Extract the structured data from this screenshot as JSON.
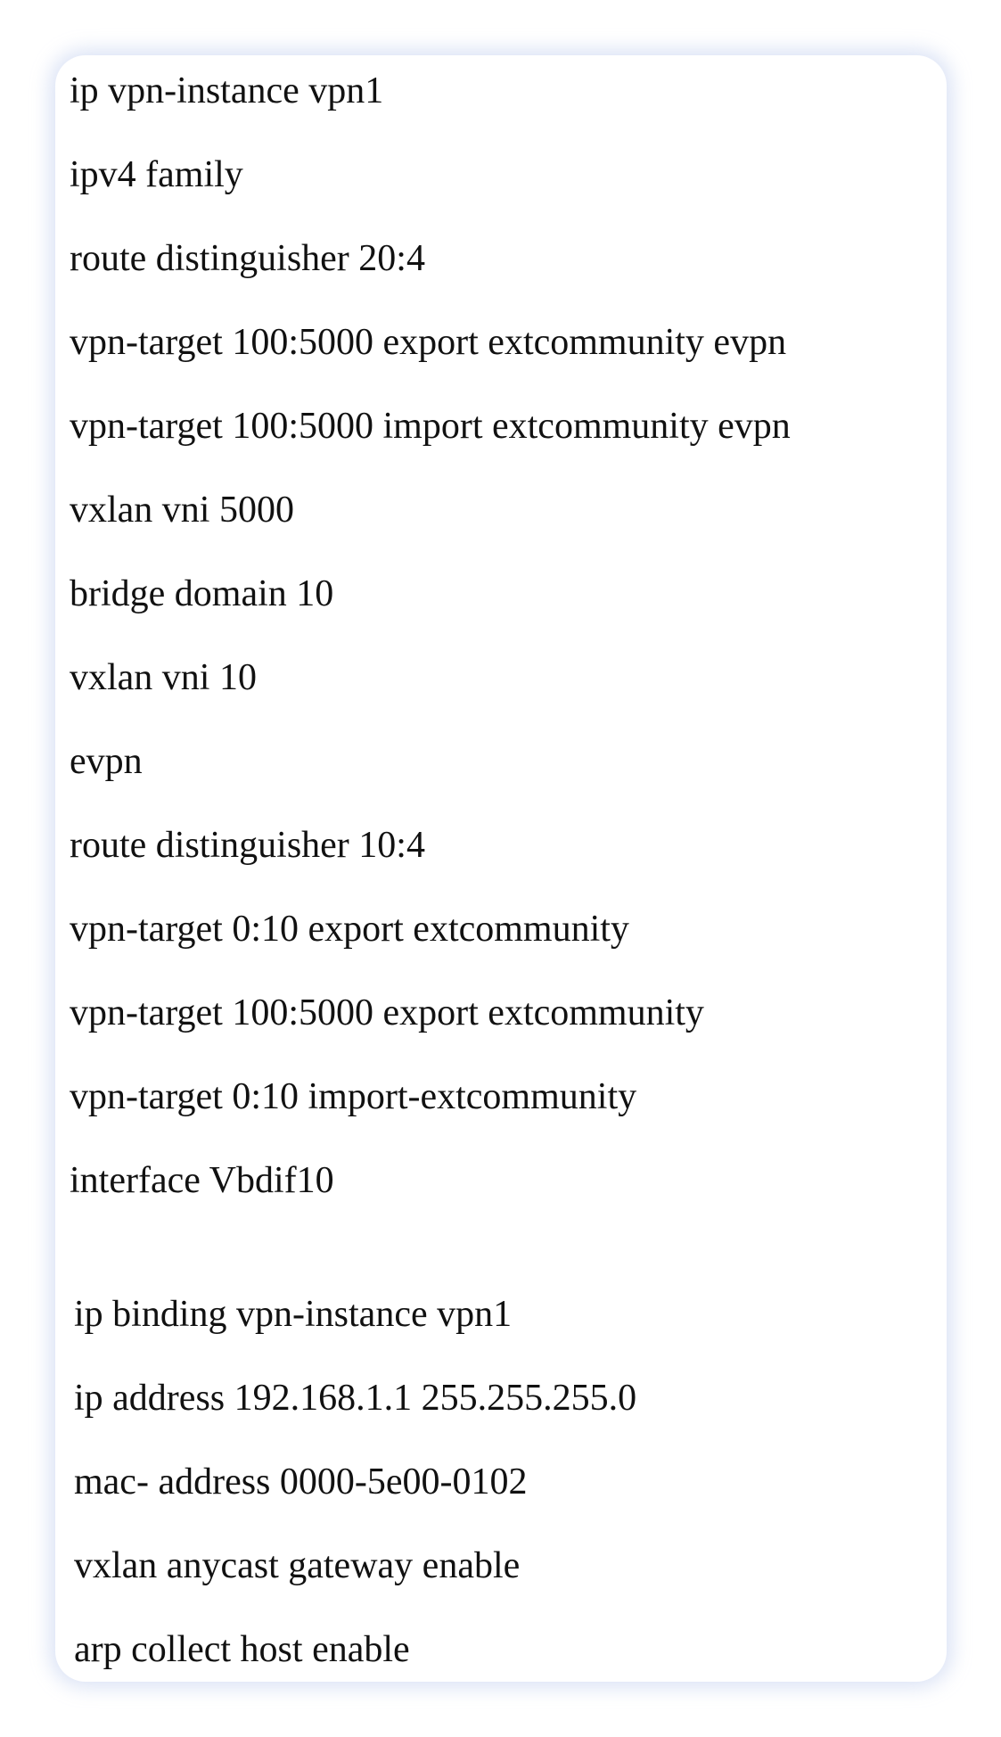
{
  "config": {
    "lines": [
      "ip vpn-instance vpn1",
      "ipv4 family",
      "route distinguisher 20:4",
      "vpn-target 100:5000 export extcommunity evpn",
      "vpn-target 100:5000 import extcommunity evpn",
      "vxlan vni 5000",
      "bridge domain 10",
      "vxlan vni 10",
      "evpn",
      "route distinguisher 10:4",
      "vpn-target 0:10 export extcommunity",
      "vpn-target 100:5000 export extcommunity",
      "vpn-target 0:10 import-extcommunity",
      "interface Vbdif10"
    ],
    "interface_lines": [
      "ip binding vpn-instance vpn1",
      "ip address 192.168.1.1 255.255.255.0",
      "mac- address 0000-5e00-0102",
      "vxlan anycast gateway enable",
      "arp collect host enable"
    ]
  }
}
